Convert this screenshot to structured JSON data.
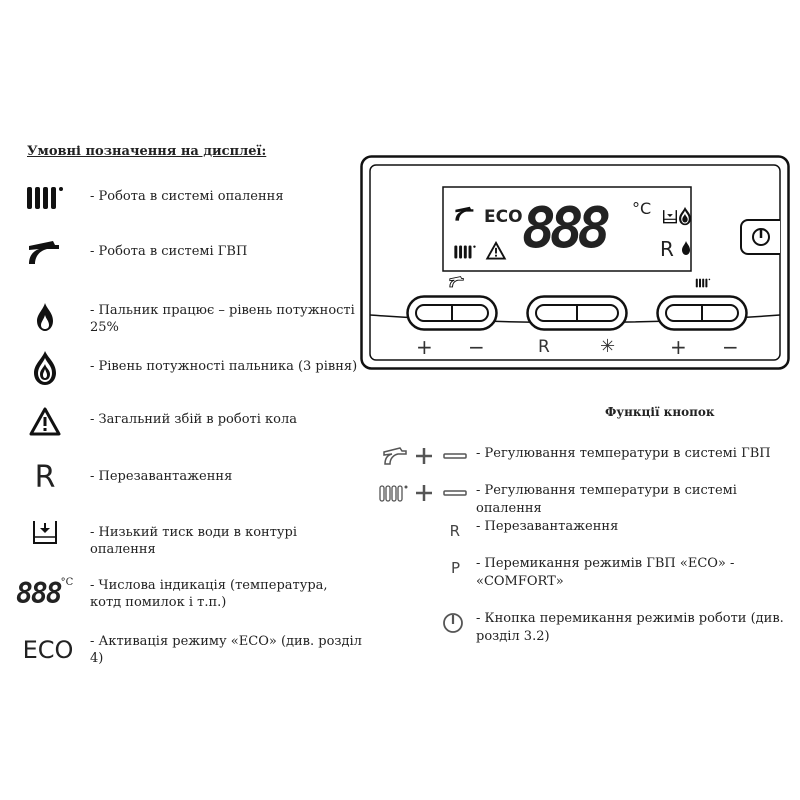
{
  "legend": {
    "title": "Умовні позначення на дисплеї:",
    "items": [
      {
        "icon": "radiator-icon",
        "text": "- Робота в системі опалення"
      },
      {
        "icon": "tap-icon",
        "text": "- Робота в системі ГВП"
      },
      {
        "icon": "flame-small-icon",
        "text": "- Пальник працює – рівень потужності 25%"
      },
      {
        "icon": "flame-levels-icon",
        "text": "- Рівень потужності пальника (3 рівня)"
      },
      {
        "icon": "warning-icon",
        "text": "- Загальний збій в роботі кола"
      },
      {
        "icon": "reset-r-icon",
        "text": "- Перезавантаження"
      },
      {
        "icon": "low-pressure-icon",
        "text": "- Низький тиск води в контурі опалення"
      },
      {
        "icon": "digits-icon",
        "text": "- Числова індикація (температура, котд помилок і т.п.)"
      },
      {
        "icon": "eco-icon",
        "text": "- Активація режиму «ECO» (див. розділ 4)"
      }
    ]
  },
  "glyphs": {
    "reset": "R",
    "eco": "ECO",
    "digits": "888",
    "degree": "°C",
    "degree_small": "°C",
    "p": "P"
  },
  "panel": {
    "display_eco": "ECO",
    "display_digits": "888",
    "display_unit": "°C",
    "display_r": "R",
    "btn_labels": {
      "dhw_plus": "+",
      "dhw_minus": "−",
      "reset": "R",
      "mode": "✳",
      "heat_plus": "+",
      "heat_minus": "−"
    }
  },
  "functions": {
    "title": "Функції кнопок",
    "items": [
      {
        "icon": "dhw-plus-minus-icon",
        "text": "- Регулювання температури в системі ГВП"
      },
      {
        "icon": "heating-plus-minus-icon",
        "text": "- Регулювання температури в системі опалення"
      },
      {
        "icon": "reset-r-icon",
        "text": "- Перезавантаження"
      },
      {
        "icon": "p-icon",
        "text": "- Перемикання режимів ГВП «ECO» - «COMFORT»"
      },
      {
        "icon": "power-icon",
        "text": "- Кнопка перемикання режимів роботи (див. розділ 3.2)"
      }
    ]
  }
}
